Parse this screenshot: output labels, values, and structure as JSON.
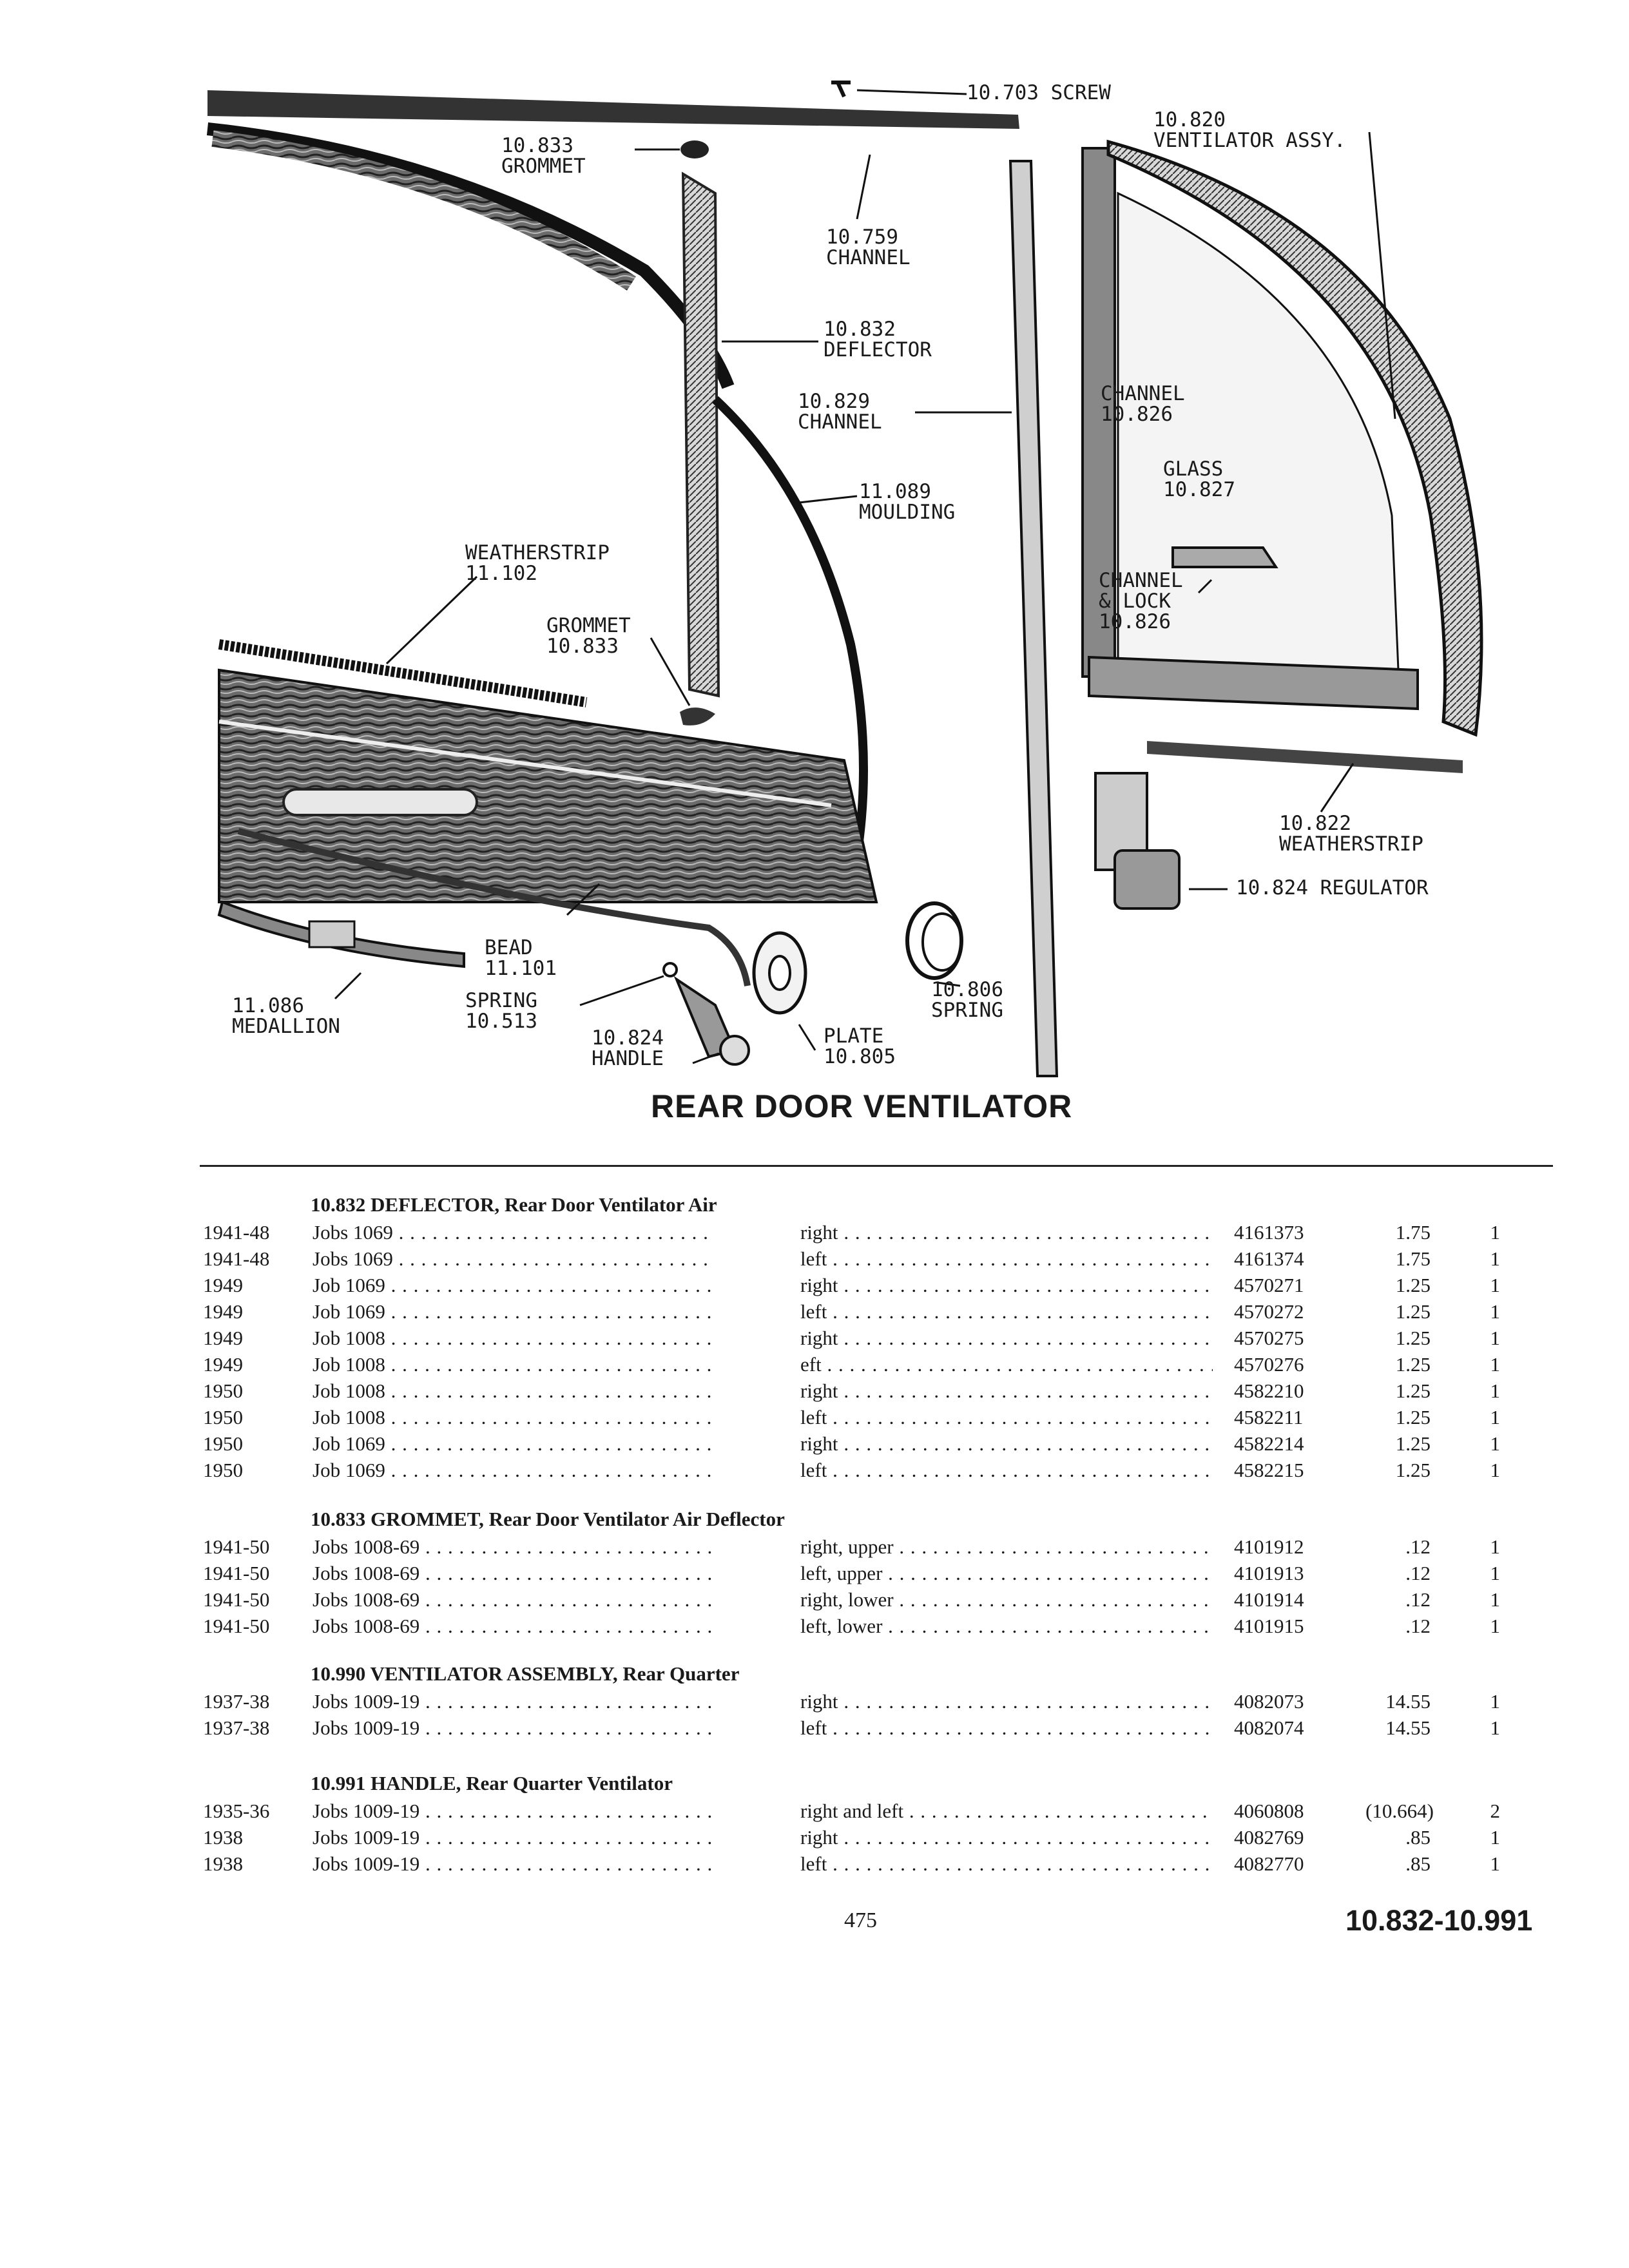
{
  "diagram": {
    "title": "REAR DOOR VENTILATOR",
    "labels": {
      "screw": [
        "10.703 SCREW"
      ],
      "ventilator_assy": [
        "10.820",
        "VENTILATOR ASSY."
      ],
      "grommet_top": [
        "10.833",
        "GROMMET"
      ],
      "channel_759": [
        "10.759",
        "CHANNEL"
      ],
      "deflector": [
        "10.832",
        "DEFLECTOR"
      ],
      "channel_829": [
        "10.829",
        "CHANNEL"
      ],
      "moulding": [
        "11.089",
        "MOULDING"
      ],
      "channel_826": [
        "CHANNEL",
        "10.826"
      ],
      "glass": [
        "GLASS",
        "10.827"
      ],
      "weatherstrip_102": [
        "WEATHERSTRIP",
        "11.102"
      ],
      "grommet_lower": [
        "GROMMET",
        "10.833"
      ],
      "channel_lock": [
        "CHANNEL",
        "& LOCK",
        "10.826"
      ],
      "weatherstrip_822": [
        "10.822",
        "WEATHERSTRIP"
      ],
      "regulator": [
        "10.824 REGULATOR"
      ],
      "bead": [
        "BEAD",
        "11.101"
      ],
      "medallion": [
        "11.086",
        "MEDALLION"
      ],
      "spring_513": [
        "SPRING",
        "10.513"
      ],
      "handle": [
        "10.824",
        "HANDLE"
      ],
      "plate": [
        "PLATE",
        "10.805"
      ],
      "spring_806": [
        "10.806",
        "SPRING"
      ]
    }
  },
  "sections": [
    {
      "heading": "10.832  DEFLECTOR, Rear Door Ventilator Air",
      "rows": [
        {
          "year": "1941-48",
          "job": "Jobs 1069",
          "desc": "right",
          "part": "4161373",
          "price": "1.75",
          "qty": "1"
        },
        {
          "year": "1941-48",
          "job": "Jobs 1069",
          "desc": "left",
          "part": "4161374",
          "price": "1.75",
          "qty": "1"
        },
        {
          "year": "1949",
          "job": "Job 1069",
          "desc": "right",
          "part": "4570271",
          "price": "1.25",
          "qty": "1"
        },
        {
          "year": "1949",
          "job": "Job 1069",
          "desc": "left",
          "part": "4570272",
          "price": "1.25",
          "qty": "1"
        },
        {
          "year": "1949",
          "job": "Job 1008",
          "desc": "right",
          "part": "4570275",
          "price": "1.25",
          "qty": "1"
        },
        {
          "year": "1949",
          "job": "Job 1008",
          "desc": "eft",
          "part": "4570276",
          "price": "1.25",
          "qty": "1"
        },
        {
          "year": "1950",
          "job": "Job 1008",
          "desc": "right",
          "part": "4582210",
          "price": "1.25",
          "qty": "1"
        },
        {
          "year": "1950",
          "job": "Job 1008",
          "desc": "left",
          "part": "4582211",
          "price": "1.25",
          "qty": "1"
        },
        {
          "year": "1950",
          "job": "Job 1069",
          "desc": "right",
          "part": "4582214",
          "price": "1.25",
          "qty": "1"
        },
        {
          "year": "1950",
          "job": "Job 1069",
          "desc": "left",
          "part": "4582215",
          "price": "1.25",
          "qty": "1"
        }
      ]
    },
    {
      "heading": "10.833  GROMMET, Rear Door Ventilator Air Deflector",
      "rows": [
        {
          "year": "1941-50",
          "job": "Jobs 1008-69",
          "desc": "right, upper",
          "part": "4101912",
          "price": ".12",
          "qty": "1"
        },
        {
          "year": "1941-50",
          "job": "Jobs 1008-69",
          "desc": "left, upper",
          "part": "4101913",
          "price": ".12",
          "qty": "1"
        },
        {
          "year": "1941-50",
          "job": "Jobs 1008-69",
          "desc": "right, lower",
          "part": "4101914",
          "price": ".12",
          "qty": "1"
        },
        {
          "year": "1941-50",
          "job": "Jobs 1008-69",
          "desc": "left, lower",
          "part": "4101915",
          "price": ".12",
          "qty": "1"
        }
      ]
    },
    {
      "heading": "10.990  VENTILATOR ASSEMBLY, Rear Quarter",
      "rows": [
        {
          "year": "1937-38",
          "job": "Jobs 1009-19",
          "desc": "right",
          "part": "4082073",
          "price": "14.55",
          "qty": "1"
        },
        {
          "year": "1937-38",
          "job": "Jobs 1009-19",
          "desc": "left",
          "part": "4082074",
          "price": "14.55",
          "qty": "1"
        }
      ]
    },
    {
      "heading": "10.991  HANDLE, Rear Quarter Ventilator",
      "rows": [
        {
          "year": "1935-36",
          "job": "Jobs 1009-19",
          "desc": "right and left",
          "part": "4060808",
          "price": "(10.664)",
          "qty": "2"
        },
        {
          "year": "1938",
          "job": "Jobs 1009-19",
          "desc": "right",
          "part": "4082769",
          "price": ".85",
          "qty": "1"
        },
        {
          "year": "1938",
          "job": "Jobs 1009-19",
          "desc": "left",
          "part": "4082770",
          "price": ".85",
          "qty": "1"
        }
      ]
    }
  ],
  "footer": {
    "page_number": "475",
    "range": "10.832-10.991"
  }
}
